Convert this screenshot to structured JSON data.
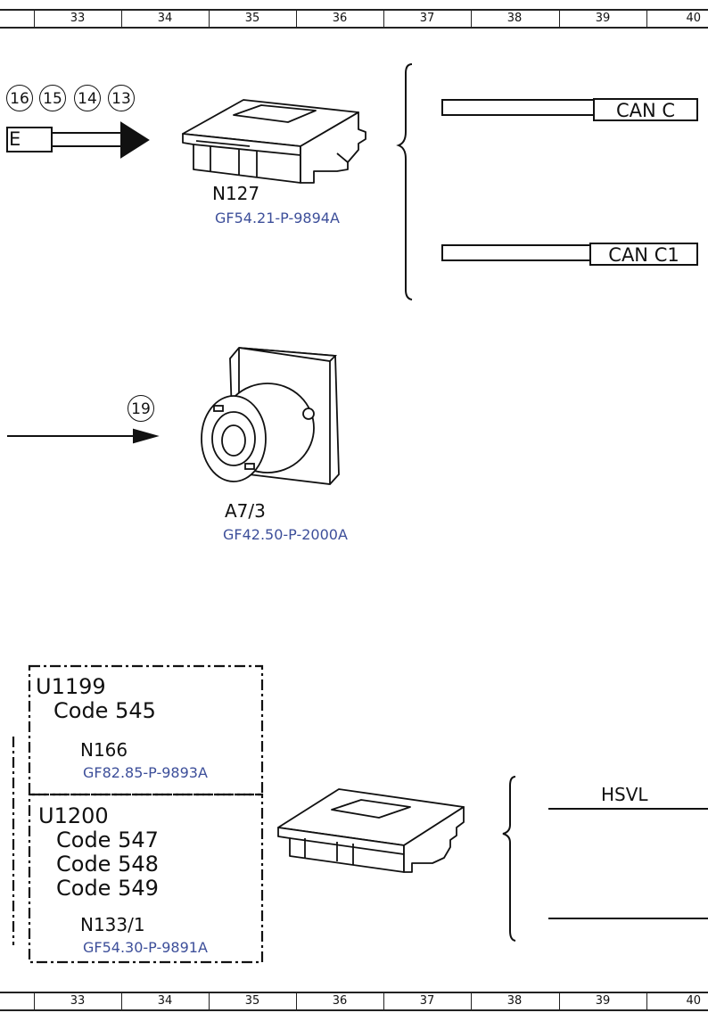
{
  "ruler": {
    "columns": [
      "33",
      "34",
      "35",
      "36",
      "37",
      "38",
      "39",
      "40"
    ]
  },
  "top_section": {
    "connector_circles": [
      "16",
      "15",
      "14",
      "13"
    ],
    "arrow_label": "E",
    "module": {
      "id": "N127",
      "ref": "GF54.21-P-9894A"
    },
    "buses": [
      "CAN C",
      "CAN C1"
    ]
  },
  "middle_section": {
    "connector_circle": "19",
    "component": {
      "id": "A7/3",
      "ref": "GF42.50-P-2000A"
    }
  },
  "bottom_section": {
    "box1": {
      "title": "U1199",
      "codes": [
        "Code 545"
      ],
      "module": "N166",
      "ref": "GF82.85-P-9893A"
    },
    "box2": {
      "title": "U1200",
      "codes": [
        "Code 547",
        "Code 548",
        "Code 549"
      ],
      "module": "N133/1",
      "ref": "GF54.30-P-9891A"
    },
    "bus": "HSVL"
  }
}
